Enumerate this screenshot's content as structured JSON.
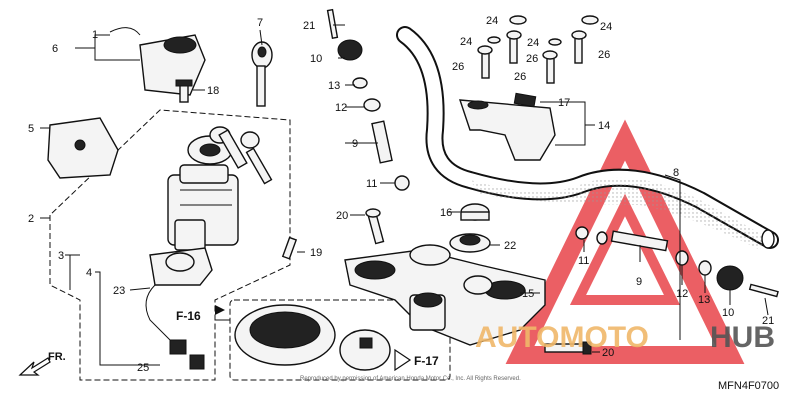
{
  "diagram_code": "MFN4F0700",
  "copyright": "Reproduced by permission of American Honda Motor Co., Inc. All Rights Reserved.",
  "direction_label": "FR.",
  "refs": {
    "f16": "F-16",
    "f17": "F-17"
  },
  "watermark": {
    "text_left": "AUTOMOTO",
    "text_right": "HUB",
    "accent_color": "#e8444a",
    "accent_color2": "#f0b86a"
  },
  "callouts": [
    "1",
    "2",
    "3",
    "4",
    "5",
    "6",
    "7",
    "8",
    "9",
    "10",
    "11",
    "12",
    "13",
    "14",
    "15",
    "16",
    "17",
    "18",
    "19",
    "20",
    "21",
    "22",
    "23",
    "24",
    "25",
    "26"
  ]
}
